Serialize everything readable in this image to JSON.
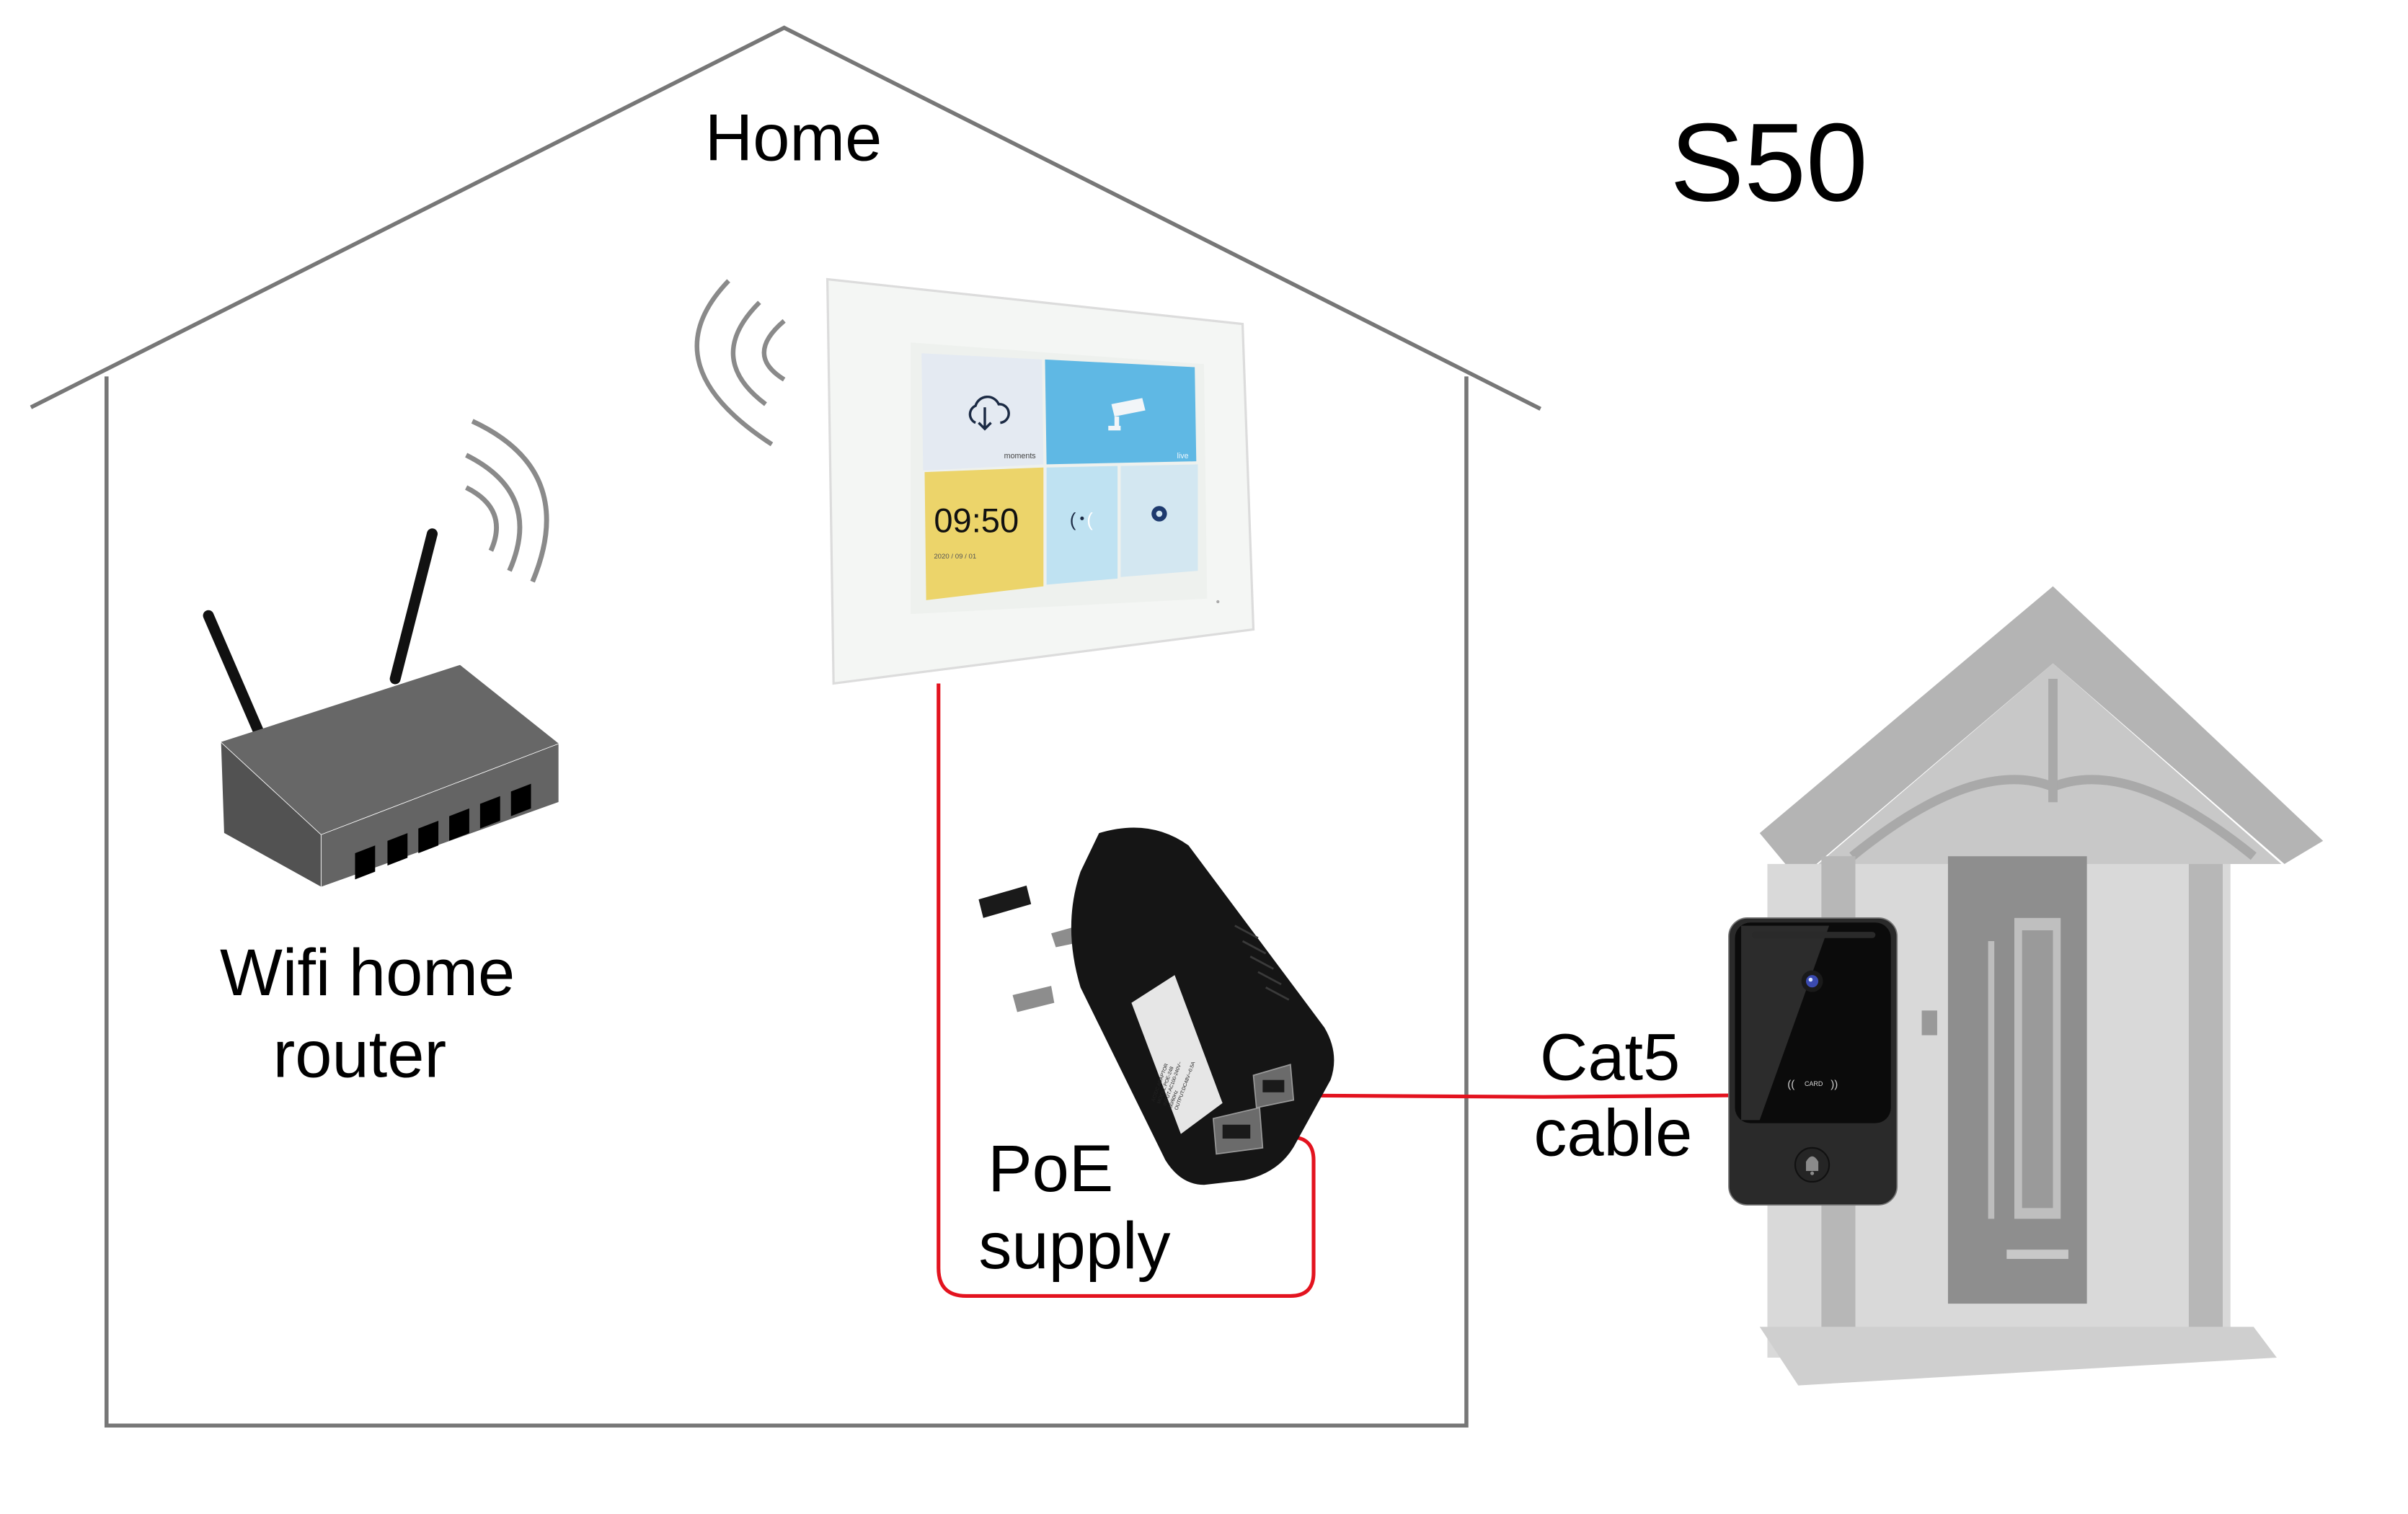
{
  "diagram": {
    "title": "S50",
    "home_label": "Home",
    "router": {
      "label_line1": "Wifi home",
      "label_line2": "router",
      "ports": 6
    },
    "monitor": {
      "tiles": {
        "moments": "moments",
        "live": "live",
        "clock_time": "09:50",
        "clock_date": "2020 / 09 / 01"
      }
    },
    "poe": {
      "label_line1": "PoE",
      "label_line2": "supply",
      "sticker_lines": [
        "AC/DC ADAPTOR",
        "MODEL:POE-248",
        "INPUT:AC100-240V~",
        "50/60Hz",
        "OUTPUT:DC48V⎓0.5A"
      ]
    },
    "cable": {
      "label_line1": "Cat5",
      "label_line2": "cable"
    },
    "doorbell": {
      "card_text": "CARD"
    },
    "colors": {
      "house_outline": "#777777",
      "cable_red": "#e3131f",
      "wifi_waves": "#8a8a8a",
      "router_body": "#666666",
      "monitor_frame": "#f4f6f4",
      "tile_moments": "#e4eaf2",
      "tile_live": "#5fb8e4",
      "tile_clock": "#ecd46a",
      "tile_call": "#bfe2f2",
      "tile_settings": "#d3e7f1",
      "doorbell_body": "#2a2a2a",
      "porch_gray": "#bdbdbd"
    }
  }
}
